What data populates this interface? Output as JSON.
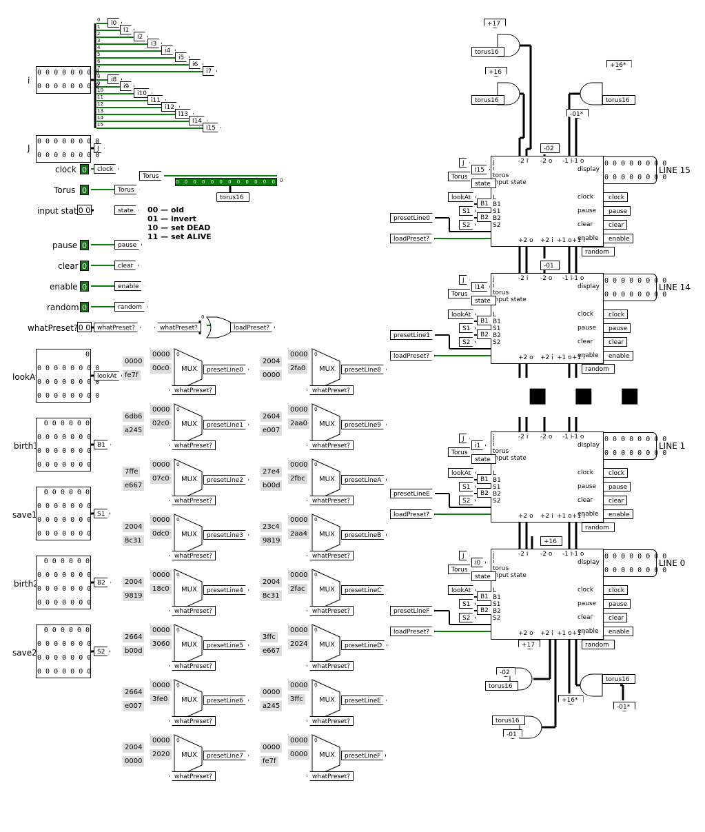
{
  "inputs": {
    "i": {
      "label": "i",
      "rows": [
        "0 0 0 0 0 0 0 0",
        "0 0 0 0 0 0 0 0"
      ]
    },
    "j": {
      "label": "J",
      "rows": [
        "0 0 0 0 0 0 0 0",
        "0 0 0 0 0 0 0 0"
      ],
      "tunnel": "J"
    },
    "clock": {
      "label": "clock",
      "value": "0",
      "tunnel": "clock"
    },
    "torus": {
      "label": "Torus",
      "value": "0",
      "tunnel": "Torus"
    },
    "input_state": {
      "label": "input state",
      "value": "0 0",
      "tunnel": "state"
    },
    "pause": {
      "label": "pause",
      "value": "0",
      "tunnel": "pause"
    },
    "clear": {
      "label": "clear",
      "value": "0",
      "tunnel": "clear"
    },
    "enable": {
      "label": "enable",
      "value": "0",
      "tunnel": "enable"
    },
    "random": {
      "label": "random",
      "value": "0",
      "tunnel": "random"
    },
    "what_preset": {
      "label": "whatPreset?",
      "value": "0 0",
      "tunnel": "whatPreset?"
    },
    "look_at": {
      "label": "lookAt",
      "rows": [
        "0",
        "0 0 0 0 0 0 0 0",
        "0 0 0 0 0 0 0 0",
        "0 0 0 0 0 0 0 0"
      ],
      "tunnel": "lookAt"
    },
    "birth1": {
      "label": "birth1",
      "rows": [
        "0 0 0 0 0 0",
        "0 0 0 0 0 0 0",
        "0 0 0 0 0 0 0",
        "0 0 0 0 0 0 0"
      ],
      "tunnel": "B1"
    },
    "save1": {
      "label": "save1",
      "rows": [
        "0 0 0 0 0 0",
        "0 0 0 0 0 0 0",
        "0 0 0 0 0 0 0",
        "0 0 0 0 0 0 0"
      ],
      "tunnel": "S1"
    },
    "birth2": {
      "label": "birth2",
      "rows": [
        "0 0 0 0 0 0",
        "0 0 0 0 0 0 0",
        "0 0 0 0 0 0 0",
        "0 0 0 0 0 0 0"
      ],
      "tunnel": "B2"
    },
    "save2": {
      "label": "save2",
      "rows": [
        "0 0 0 0 0 0",
        "0 0 0 0 0 0 0",
        "0 0 0 0 0 0 0",
        "0 0 0 0 0 0 0"
      ],
      "tunnel": "S2"
    }
  },
  "splitter_i": {
    "bit_labels": [
      "0",
      "1",
      "2",
      "3",
      "4",
      "5",
      "6",
      "7",
      "8",
      "9",
      "10",
      "11",
      "12",
      "13",
      "14",
      "15"
    ],
    "tunnels": [
      "i0",
      "i1",
      "i2",
      "i3",
      "i4",
      "i5",
      "i6",
      "i7",
      "i8",
      "i9",
      "i10",
      "i11",
      "i12",
      "i13",
      "i14",
      "i15"
    ]
  },
  "torus_splitter": {
    "in_tunnel": "Torus",
    "out_tunnel": "torus16",
    "bit_label": "0",
    "top_values": "0 0 0 0 0 0 0 0 0 0 0 0 0 0 0 0"
  },
  "legend": [
    "00 — old",
    "01 — invert",
    "10 — set DEAD",
    "11 — set ALIVE"
  ],
  "or_gate": {
    "in_tunnel": "whatPreset?",
    "out_tunnel": "loadPreset?",
    "bit_label": "0"
  },
  "muxes": [
    {
      "k0": "0000",
      "k1": "00c0",
      "k2": "0000",
      "k3": "fe7f",
      "out": "presetLine0"
    },
    {
      "k0": "0000",
      "k1": "02c0",
      "k2": "6db6",
      "k3": "a245",
      "out": "presetLine1"
    },
    {
      "k0": "0000",
      "k1": "07c0",
      "k2": "7ffe",
      "k3": "e667",
      "out": "presetLine2"
    },
    {
      "k0": "0000",
      "k1": "0dc0",
      "k2": "2004",
      "k3": "8c31",
      "out": "presetLine3"
    },
    {
      "k0": "0000",
      "k1": "18c0",
      "k2": "2004",
      "k3": "9819",
      "out": "presetLine4"
    },
    {
      "k0": "0000",
      "k1": "3060",
      "k2": "2664",
      "k3": "b00d",
      "out": "presetLine5"
    },
    {
      "k0": "0000",
      "k1": "3fe0",
      "k2": "2664",
      "k3": "e007",
      "out": "presetLine6"
    },
    {
      "k0": "0000",
      "k1": "2020",
      "k2": "2004",
      "k3": "0000",
      "out": "presetLine7"
    },
    {
      "k0": "0000",
      "k1": "2fa0",
      "k2": "2004",
      "k3": "0000",
      "out": "presetLine8"
    },
    {
      "k0": "0000",
      "k1": "2aa0",
      "k2": "2604",
      "k3": "e007",
      "out": "presetLine9"
    },
    {
      "k0": "0000",
      "k1": "2fbc",
      "k2": "27e4",
      "k3": "b00d",
      "out": "presetLineA"
    },
    {
      "k0": "0000",
      "k1": "2aa4",
      "k2": "23c4",
      "k3": "9819",
      "out": "presetLineB"
    },
    {
      "k0": "0000",
      "k1": "2fac",
      "k2": "2004",
      "k3": "8c31",
      "out": "presetLineC"
    },
    {
      "k0": "0000",
      "k1": "2024",
      "k2": "3ffc",
      "k3": "e667",
      "out": "presetLineD"
    },
    {
      "k0": "0000",
      "k1": "3ffc",
      "k2": "0000",
      "k3": "a245",
      "out": "presetLineE"
    },
    {
      "k0": "0000",
      "k1": "0000",
      "k2": "0000",
      "k3": "fe7f",
      "out": "presetLineF"
    }
  ],
  "mux_text": {
    "label": "MUX",
    "select": "whatPreset?",
    "pin0": "0"
  },
  "lines": [
    {
      "name": "LINE 15",
      "i_tunnel": "i15",
      "preset": "presetLine0",
      "top_tag": "-02"
    },
    {
      "name": "LINE 14",
      "i_tunnel": "i14",
      "preset": "presetLine1",
      "top_tag": "-01"
    },
    {
      "name": "LINE 1",
      "i_tunnel": "i1",
      "preset": "presetLineE",
      "top_tag": ""
    },
    {
      "name": "LINE 0",
      "i_tunnel": "i0",
      "preset": "presetLineF",
      "top_tag": "+16"
    }
  ],
  "line_block": {
    "in_tunnels": [
      "J",
      "Torus",
      "state",
      "lookAt",
      "S1",
      "S2"
    ],
    "in_tunnels_b": [
      "B1",
      "B2"
    ],
    "load": "loadPreset?",
    "pins_left": [
      "j",
      "i",
      "torus",
      "input state",
      "L",
      "B1",
      "S1",
      "B2",
      "S2"
    ],
    "pins_top": [
      "-2 i",
      "-2 o",
      "-1 i",
      "-1 o"
    ],
    "pins_bottom": [
      "+2 o",
      "+2 i",
      "+1 o",
      "+1 i"
    ],
    "pins_right": [
      "display",
      "clock",
      "pause",
      "clear",
      "enable"
    ],
    "out_tunnels": [
      "clock",
      "pause",
      "clear",
      "enable"
    ],
    "random_tunnel": "random",
    "display_rows": [
      "0 0 0 0 0 0 0 0",
      "0 0 0 0 0 0 0 0"
    ]
  },
  "top_gates": {
    "t17": "+17",
    "t16": "+16",
    "t16s": "+16*",
    "t01s": "-01*",
    "torus": "torus16"
  },
  "bottom_gates": {
    "b17": "+17",
    "b02": "-02",
    "b16s": "+16*",
    "b01s": "-01*",
    "b01": "-01",
    "torus": "torus16"
  },
  "ellipsis": "■ ■ ■"
}
